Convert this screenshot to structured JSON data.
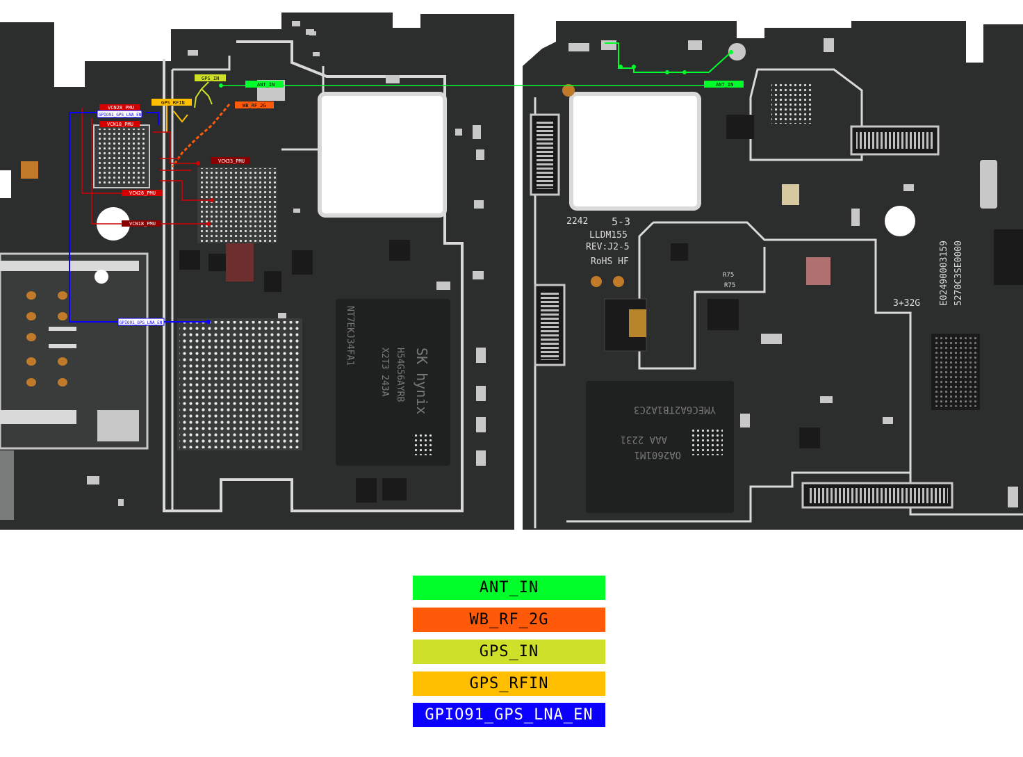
{
  "board": {
    "silkscreen": {
      "date_code": "2242",
      "rev_tag": "5-3",
      "model": "LLDM155",
      "revision": "REV:J2-5",
      "rohs": "RoHS HF",
      "memory": "3+32G",
      "serial_1": "E02490003159",
      "serial_2": "5270C3SE0000",
      "r75_a": "R75",
      "r75_b": "R75"
    },
    "chips": {
      "emmc_brand": "SK hynix",
      "emmc_line1": "H54G56AYRB",
      "emmc_line2": "X2T3  243A",
      "emmc_line3": "NT7EKJ34FA1",
      "emcp_line1": "YMEC6A2TB1A2C3",
      "emcp_line2": "AAA  2231",
      "emcp_line3": "OA2601M1"
    }
  },
  "net_labels": {
    "gps_in": "GPS_IN",
    "ant_in_left": "ANT_IN",
    "ant_in_right": "ANT_IN",
    "gps_rfin": "GPS_RFIN",
    "wb_rf_2g": "WB_RF_2G",
    "vcn28_pmu_top": "VCN28_PMU",
    "gpio91_top": "GPIO91_GPS_LNA_EN",
    "vcn18_pmu_top": "VCN18_PMU",
    "vcn33_pmu": "VCN33_PMU",
    "vcn28_pmu_bottom": "VCN28_PMU",
    "vcn18_pmu_bottom": "VCN18_PMU",
    "gpio91_bottom": "GPIO91_GPS_LNA_EN"
  },
  "legend": [
    {
      "label": "ANT_IN",
      "color": "#00ff2a",
      "text_color": "#000000"
    },
    {
      "label": "WB_RF_2G",
      "color": "#ff5a0a",
      "text_color": "#000000"
    },
    {
      "label": "GPS_IN",
      "color": "#cfe02a",
      "text_color": "#000000"
    },
    {
      "label": "GPS_RFIN",
      "color": "#ffbf00",
      "text_color": "#000000"
    },
    {
      "label": "GPIO91_GPS_LNA_EN",
      "color": "#0b00ff",
      "text_color": "#ffffff"
    }
  ],
  "colors": {
    "pcb": "#2b2e2c",
    "shield": "#d9d9d9",
    "ant_in": "#00ff2a",
    "wb_rf_2g": "#ff5a0a",
    "gps_in": "#cfe02a",
    "gps_rfin": "#ffbf00",
    "gpio91": "#0b00ff",
    "pmu_red": "#d40000"
  }
}
